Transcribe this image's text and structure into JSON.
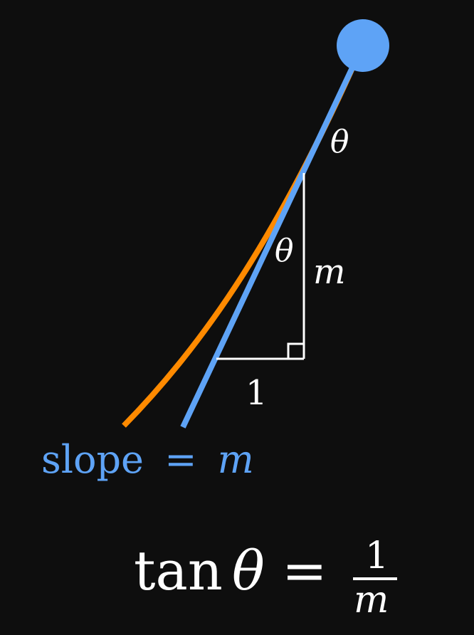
{
  "labels": {
    "theta_top": "θ",
    "theta_triangle": "θ",
    "rise": "m",
    "run": "1",
    "slope_word": "slope",
    "slope_equals": "=",
    "slope_value": "m"
  },
  "equation": {
    "lhs_fn": "tan",
    "lhs_var": "θ",
    "equals": "=",
    "numerator": "1",
    "denominator": "m"
  },
  "colors": {
    "background": "#0e0e0e",
    "tangent_line": "#5ea3f6",
    "curve": "#ff8a00",
    "vertical_line": "#e24bbb",
    "triangle": "#ffffff",
    "text": "#ffffff",
    "slope_label": "#5ea3f6"
  }
}
